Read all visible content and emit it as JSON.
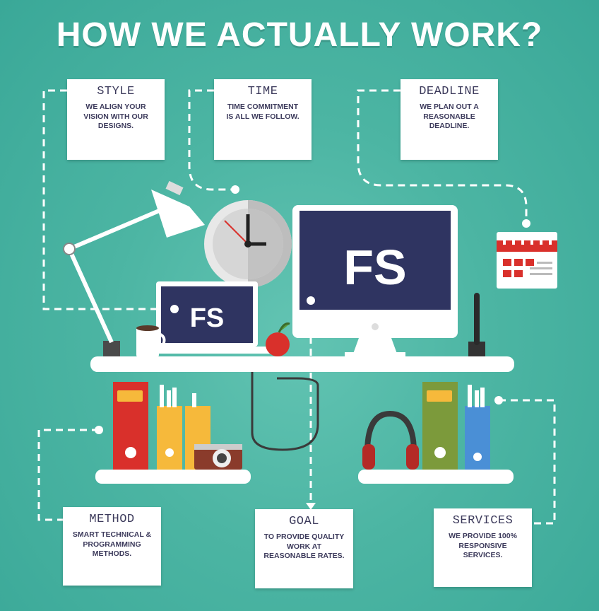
{
  "title": "HOW WE ACTUALLY WORK?",
  "logo_text": "FS",
  "cards": {
    "style": {
      "heading": "STYLE",
      "text": "WE ALIGN YOUR\nVISION WITH OUR\nDESIGNS."
    },
    "time": {
      "heading": "TIME",
      "text": "TIME COMMITMENT\nIS ALL WE FOLLOW."
    },
    "deadline": {
      "heading": "DEADLINE",
      "text": "WE PLAN OUT A\nREASONABLE\nDEADLINE."
    },
    "method": {
      "heading": "METHOD",
      "text": "SMART TECHNICAL &\nPROGRAMMING\nMETHODS."
    },
    "goal": {
      "heading": "GOAL",
      "text": "TO PROVIDE QUALITY\nWORK AT\nREASONABLE RATES."
    },
    "services": {
      "heading": "SERVICES",
      "text": "WE PROVIDE 100%\nRESPONSIVE\nSERVICES."
    }
  },
  "colors": {
    "background": "#4cb5a3",
    "screen": "#2f3461",
    "red": "#d9302b",
    "yellow": "#f6b93b",
    "green": "#7c9a3b",
    "blue": "#4a8fd6"
  }
}
